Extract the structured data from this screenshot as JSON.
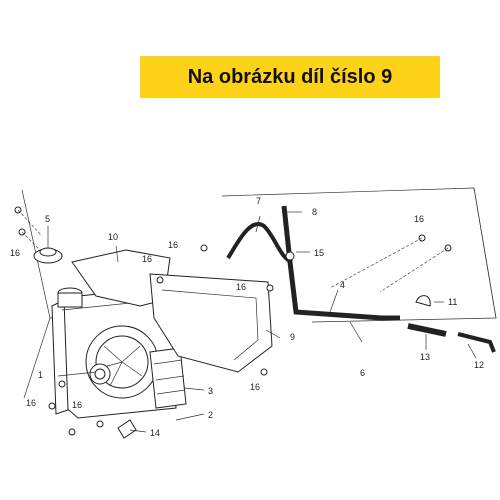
{
  "banner": {
    "text": "Na obrázku díl číslo 9",
    "color": "#ffd21a"
  },
  "callouts": [
    "1",
    "2",
    "3",
    "4",
    "5",
    "6",
    "7",
    "8",
    "9",
    "10",
    "11",
    "12",
    "13",
    "14",
    "15",
    "16"
  ]
}
